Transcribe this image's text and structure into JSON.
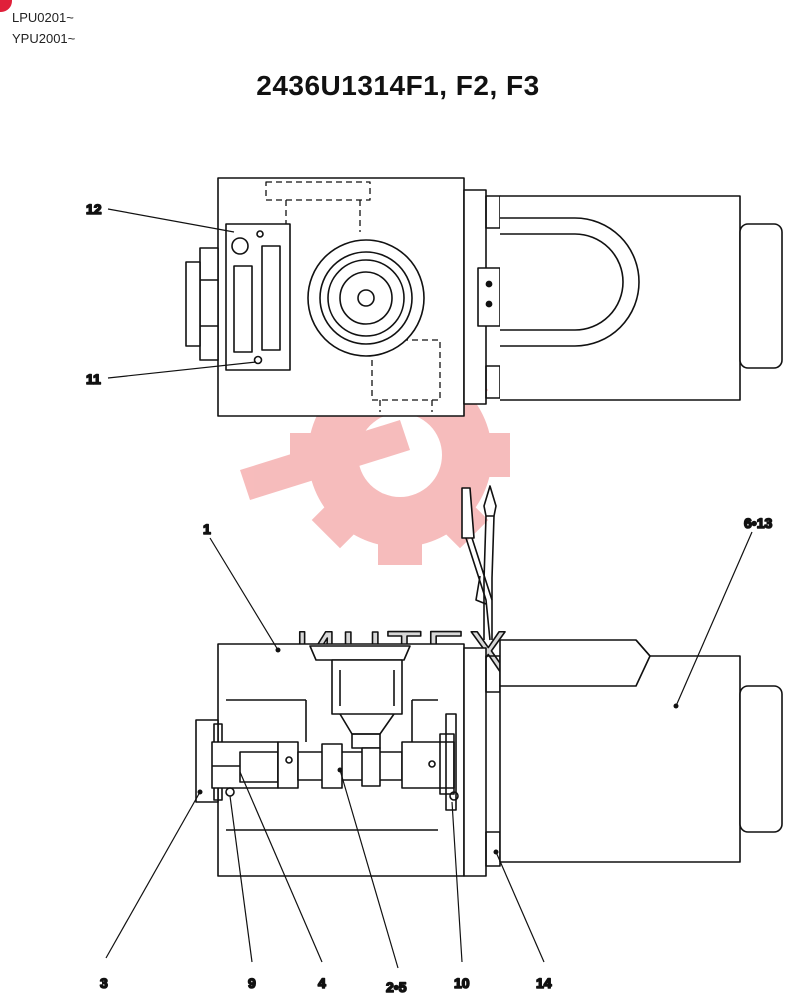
{
  "header": {
    "line1": "LPU0201~",
    "line2": "YPU2001~"
  },
  "title": "2436U1314F1, F2, F3",
  "watermark": {
    "text": "ИНТЕХ",
    "color": "#f2a0a0"
  },
  "callouts": {
    "c12": "12",
    "c11": "11",
    "c1": "1",
    "c6_13": "6•13",
    "c3": "3",
    "c9": "9",
    "c4": "4",
    "c2_5": "2•5",
    "c10": "10",
    "c14": "14"
  }
}
